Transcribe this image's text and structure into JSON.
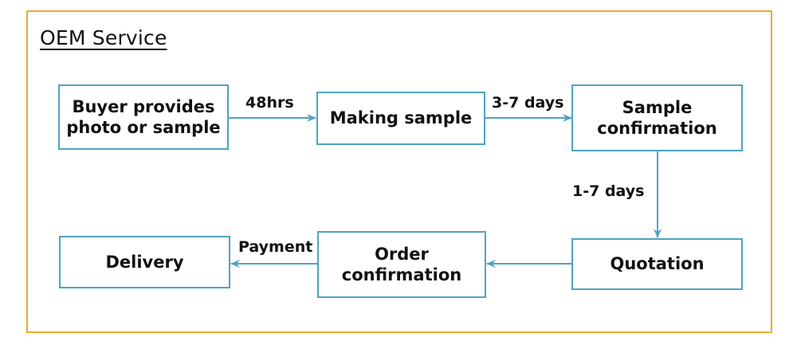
{
  "title": "OEM Service",
  "steps": {
    "buyer": "Buyer provides\nphoto or sample",
    "making": "Making sample",
    "sample_conf": "Sample\nconfirmation",
    "quotation": "Quotation",
    "order_conf": "Order\nconfirmation",
    "delivery": "Delivery"
  },
  "edges": {
    "buyer_to_making": "48hrs",
    "making_to_sample_conf": "3-7 days",
    "sample_conf_to_quotation": "1-7 days",
    "order_conf_to_delivery": "Payment"
  },
  "colors": {
    "frame": "#f0a830",
    "box_border": "#4fa3c2",
    "arrow": "#4fa3c2"
  }
}
